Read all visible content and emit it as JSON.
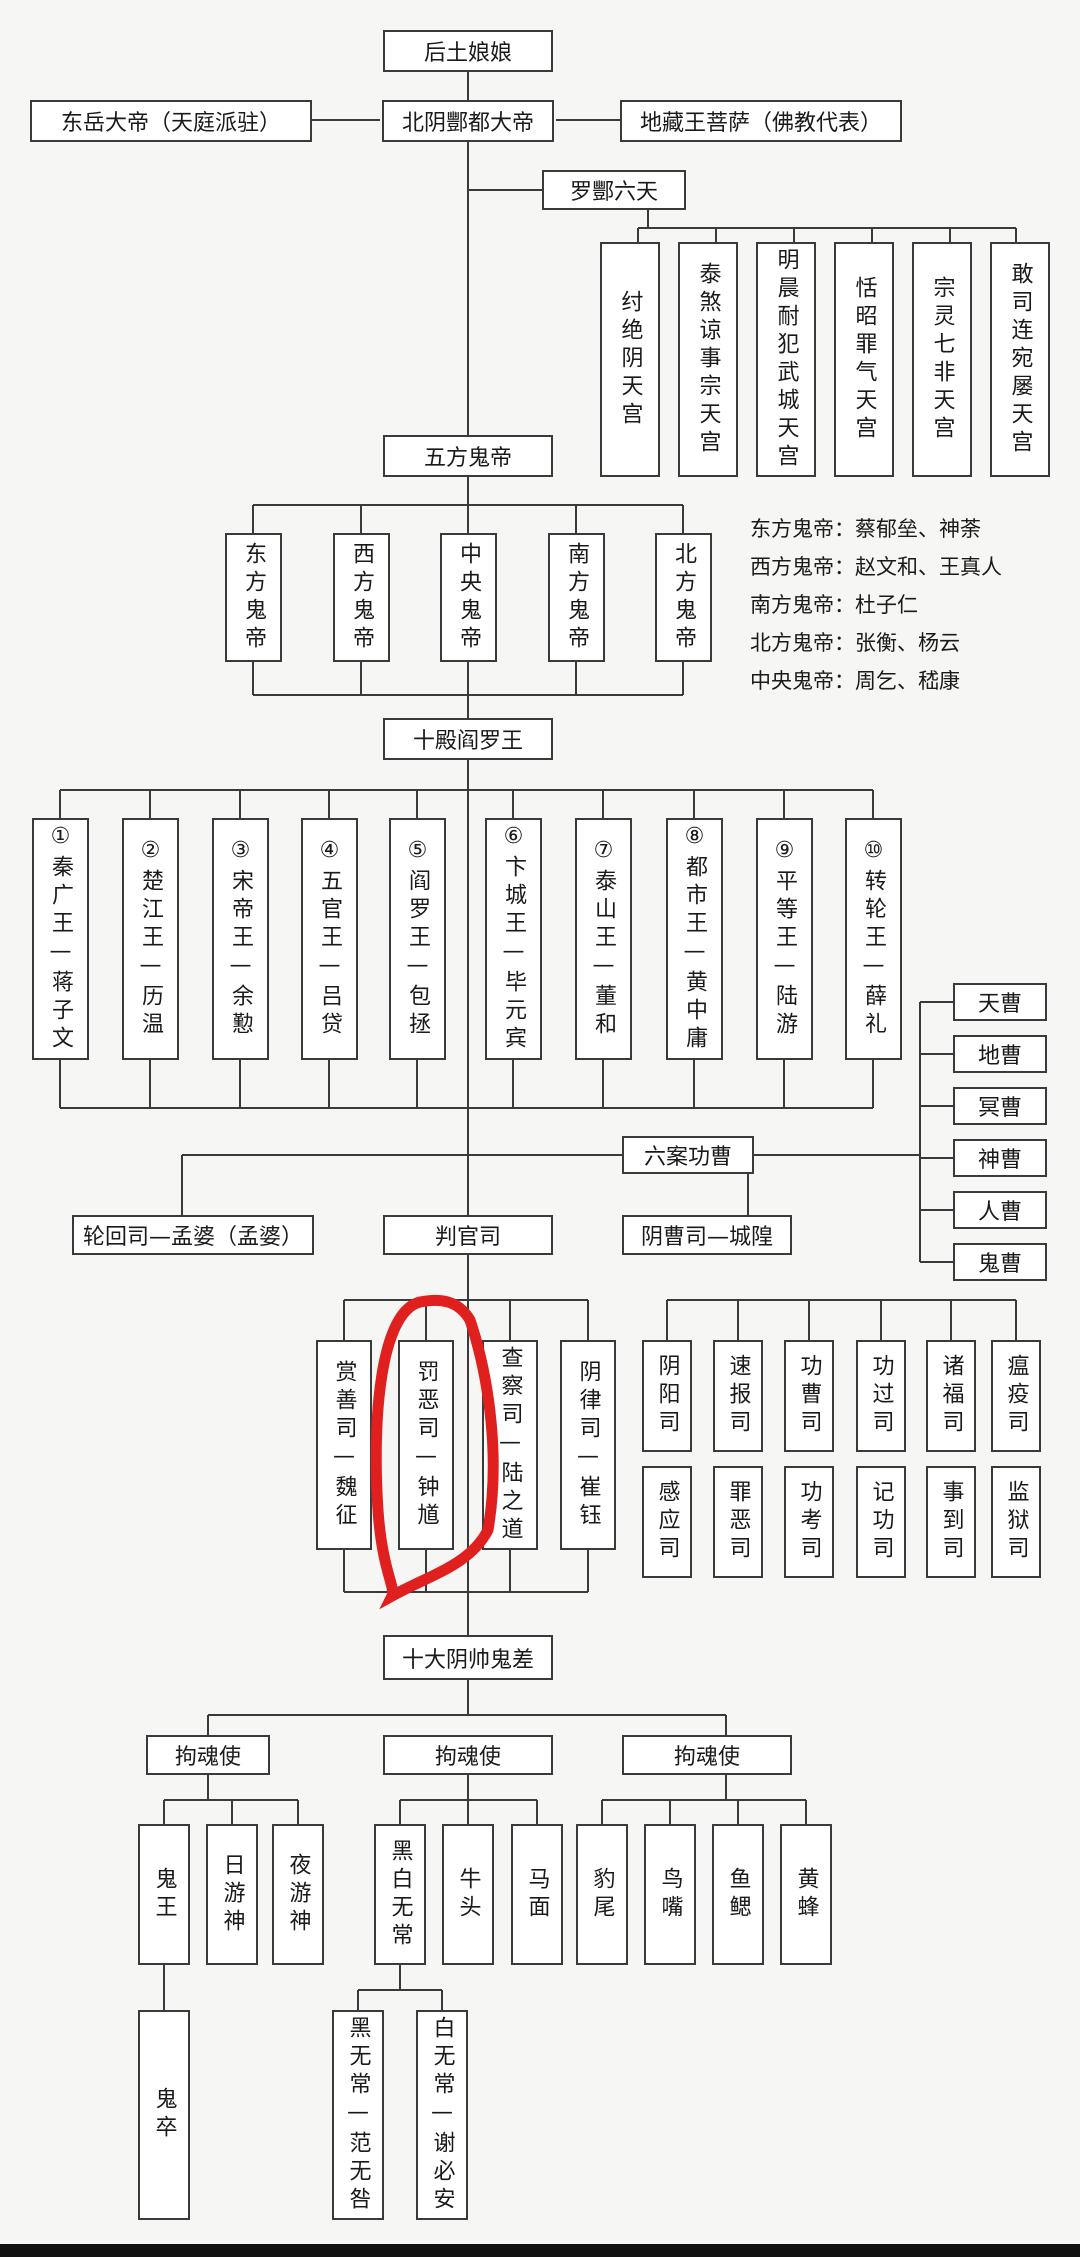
{
  "diagram": {
    "top": {
      "houtu": "后土娘娘",
      "north": "北阴酆都大帝",
      "dongyue": "东岳大帝（天庭派驻）",
      "dizang": "地藏王菩萨（佛教代表）"
    },
    "six_heavens": {
      "title": "罗酆六天",
      "items": [
        "纣绝阴天宫",
        "泰煞谅事宗天宫",
        "明晨耐犯武城天宫",
        "恬昭罪气天宫",
        "宗灵七非天宫",
        "敢司连宛屡天宫"
      ]
    },
    "five_ghosts": {
      "title": "五方鬼帝",
      "items": [
        "东方鬼帝",
        "西方鬼帝",
        "中央鬼帝",
        "南方鬼帝",
        "北方鬼帝"
      ],
      "notes": [
        "东方鬼帝：蔡郁垒、神荼",
        "西方鬼帝：赵文和、王真人",
        "南方鬼帝：杜子仁",
        "北方鬼帝：张衡、杨云",
        "中央鬼帝：周乞、嵇康"
      ]
    },
    "ten_kings": {
      "title": "十殿阎罗王",
      "items": [
        "①秦广王—蒋子文",
        "②楚江王—历温",
        "③宋帝王—余懃",
        "④五官王—吕贷",
        "⑤阎罗王—包拯",
        "⑥卞城王—毕元宾",
        "⑦泰山王—董和",
        "⑧都市王—黄中庸",
        "⑨平等王—陆游",
        "⑩转轮王—薛礼"
      ]
    },
    "six_cases": {
      "title": "六案功曹",
      "items": [
        "天曹",
        "地曹",
        "冥曹",
        "神曹",
        "人曹",
        "鬼曹"
      ]
    },
    "lunhui": "轮回司—孟婆（孟婆）",
    "judges": {
      "title": "判官司",
      "items": [
        "赏善司—魏征",
        "罚恶司—钟馗",
        "查察司—陆之道",
        "阴律司—崔钰"
      ]
    },
    "yincao": {
      "title": "阴曹司—城隍",
      "row1": [
        "阴阳司",
        "速报司",
        "功曹司",
        "功过司",
        "诸福司",
        "瘟疫司"
      ],
      "row2": [
        "感应司",
        "罪恶司",
        "功考司",
        "记功司",
        "事到司",
        "监狱司"
      ]
    },
    "marshals": "十大阴帅鬼差",
    "soul_catchers": [
      "拘魂使",
      "拘魂使",
      "拘魂使"
    ],
    "group1": [
      "鬼王",
      "日游神",
      "夜游神"
    ],
    "ghost_soldier": "鬼卒",
    "group2": [
      "黑白无常",
      "牛头",
      "马面"
    ],
    "impermanence": [
      "黑无常—范无咎",
      "白无常—谢必安"
    ],
    "group3": [
      "豹尾",
      "鸟嘴",
      "鱼鳃",
      "黄蜂"
    ]
  }
}
